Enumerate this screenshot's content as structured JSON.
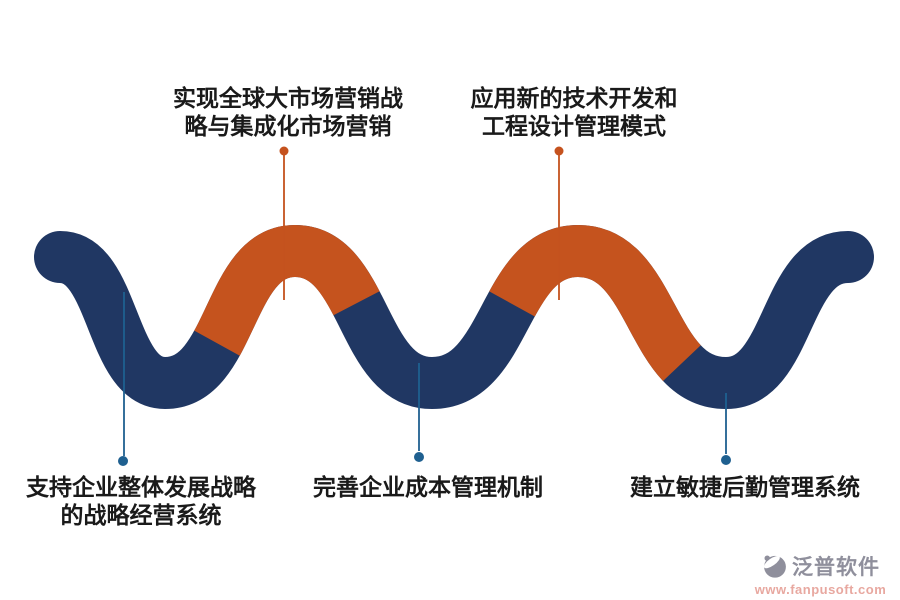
{
  "labels": {
    "top_left": {
      "line1": "实现全球大市场营销战",
      "line2": "略与集成化市场营销"
    },
    "top_right": {
      "line1": "应用新的技术开发和",
      "line2": "工程设计管理模式"
    },
    "bottom_left": {
      "line1": "支持企业整体发展战略",
      "line2": "的战略经营系统"
    },
    "bottom_middle": {
      "line1": "完善企业成本管理机制"
    },
    "bottom_right": {
      "line1": "建立敏捷后勤管理系统"
    }
  },
  "footer": {
    "brand": "泛普软件",
    "url": "www.fanpusoft.com"
  },
  "colors": {
    "navy": "#203763",
    "orange": "#c5531e",
    "connector_blue": "#1f6090",
    "connector_orange": "#c5521e",
    "text": "#1a1a1a",
    "brand_gray": "#8f8f9c",
    "url_pink": "#e8a8a0"
  }
}
